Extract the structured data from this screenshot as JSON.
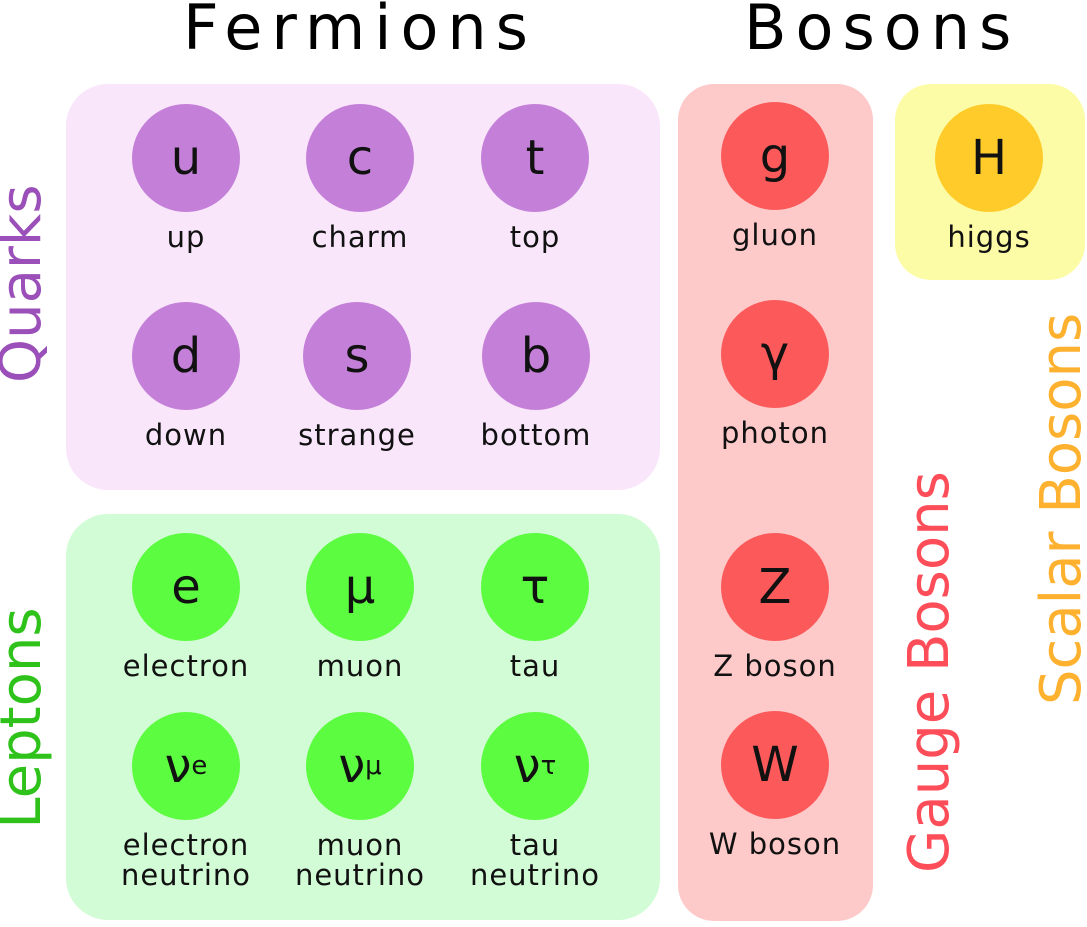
{
  "headings": {
    "fermions": "Fermions",
    "bosons": "Bosons"
  },
  "group_labels": {
    "quarks": "Quarks",
    "leptons": "Leptons",
    "gauge_bosons": "Gauge Bosons",
    "scalar_bosons": "Scalar Bosons"
  },
  "colors": {
    "quark_panel": "#f9e6fb",
    "quark_circle": "#c480d8",
    "quark_text": "#9b4fb8",
    "lepton_panel": "#d2fcd5",
    "lepton_circle": "#5cfc40",
    "lepton_text": "#2ec21a",
    "gauge_panel": "#fec9c9",
    "gauge_circle": "#fc5a5a",
    "gauge_text": "#fc4d58",
    "scalar_panel": "#fdfca6",
    "scalar_circle": "#fecb2a",
    "scalar_text": "#fdb12f"
  },
  "quarks": [
    {
      "symbol": "u",
      "sub": "",
      "name": "up"
    },
    {
      "symbol": "c",
      "sub": "",
      "name": "charm"
    },
    {
      "symbol": "t",
      "sub": "",
      "name": "top"
    },
    {
      "symbol": "d",
      "sub": "",
      "name": "down"
    },
    {
      "symbol": "s",
      "sub": "",
      "name": "strange"
    },
    {
      "symbol": "b",
      "sub": "",
      "name": "bottom"
    }
  ],
  "leptons": [
    {
      "symbol": "e",
      "sub": "",
      "name": "electron"
    },
    {
      "symbol": "μ",
      "sub": "",
      "name": "muon"
    },
    {
      "symbol": "τ",
      "sub": "",
      "name": "tau"
    },
    {
      "symbol": "ν",
      "sub": "e",
      "name": "electron neutrino"
    },
    {
      "symbol": "ν",
      "sub": "μ",
      "name": "muon neutrino"
    },
    {
      "symbol": "ν",
      "sub": "τ",
      "name": "tau neutrino"
    }
  ],
  "gauge_bosons": [
    {
      "symbol": "g",
      "sub": "",
      "name": "gluon"
    },
    {
      "symbol": "γ",
      "sub": "",
      "name": "photon"
    },
    {
      "symbol": "Z",
      "sub": "",
      "name": "Z boson"
    },
    {
      "symbol": "W",
      "sub": "",
      "name": "W boson"
    }
  ],
  "scalar_bosons": [
    {
      "symbol": "H",
      "sub": "",
      "name": "higgs"
    }
  ]
}
